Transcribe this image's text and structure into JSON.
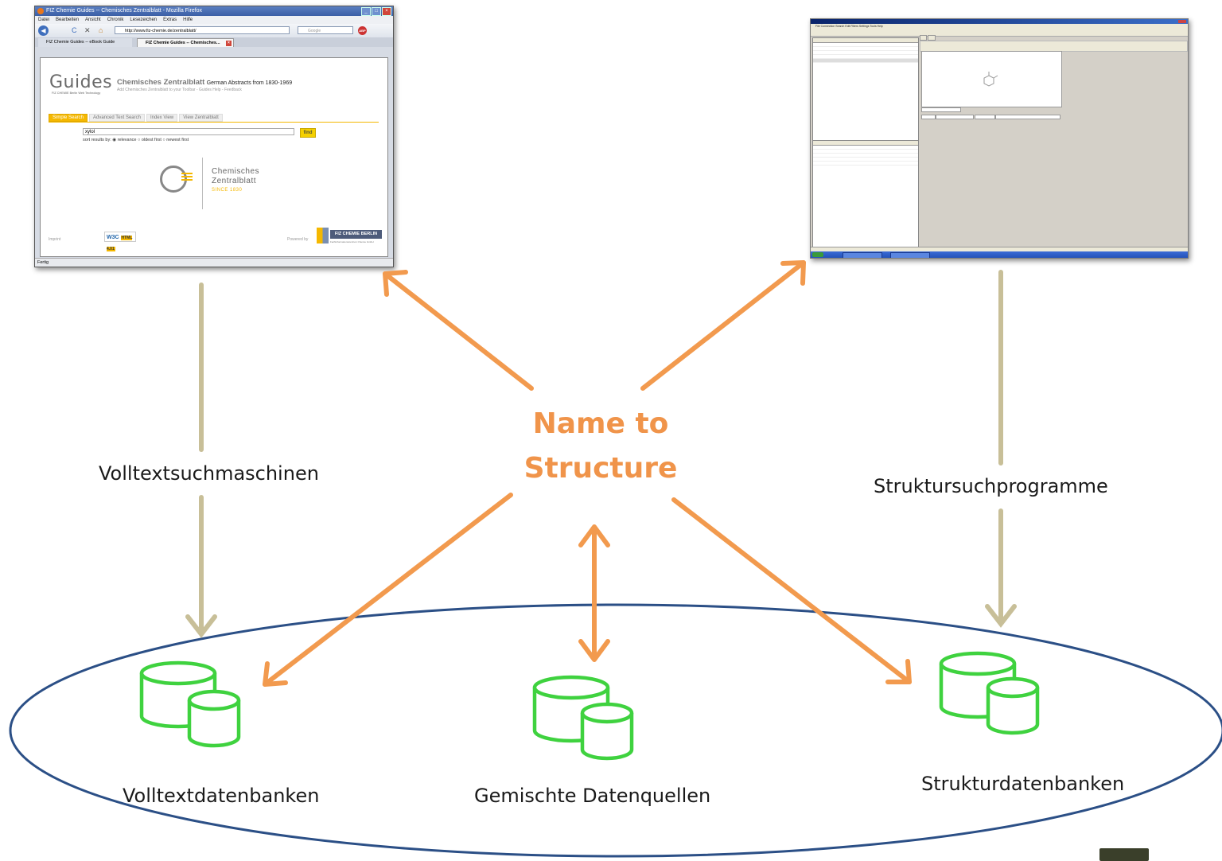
{
  "center_title": [
    "Name to",
    "Structure"
  ],
  "labels": {
    "volltextsuchmaschinen": "Volltextsuchmaschinen",
    "struktursuchprogramme": "Struktursuchprogramme",
    "volltextdatenbanken": "Volltextdatenbanken",
    "gemischte_datenquellen": "Gemischte Datenquellen",
    "strukturdatenbanken": "Strukturdatenbanken"
  },
  "colors": {
    "orange_arrow": "#f29a4e",
    "tan_arrow": "#c8bf98",
    "db_green": "#3fd23f",
    "ellipse_blue": "#2b4f86",
    "title_orange": "#f0944a"
  },
  "firefox_window": {
    "title": "FIZ Chemie Guides -- Chemisches Zentralblatt - Mozilla Firefox",
    "menu": [
      "Datei",
      "Bearbeiten",
      "Ansicht",
      "Chronik",
      "Lesezeichen",
      "Extras",
      "Hilfe"
    ],
    "url": "http://www.fiz-chemie.de/zentralblatt/",
    "search_placeholder": "Google",
    "tabs": [
      "FIZ Chemie Guides -- eBook Guide",
      "FIZ Chemie Guides -- Chemisches..."
    ],
    "status": "Fertig",
    "page": {
      "logo": "Guides",
      "logo_sub": "FIZ CHEMIE Berlin Web Technology",
      "title_bold": "Chemisches Zentralblatt",
      "title_rest": "German Abstracts from 1830-1969",
      "links": "Add Chemisches Zentralblatt to your Toolbar - Guides Help - Feedback",
      "tabs": [
        "Simple Search",
        "Advanced Text Search",
        "Index View",
        "View Zentralblatt"
      ],
      "query": "xylol",
      "find": "find",
      "sort": "sort results by: ◉ relevance ○ oldest first ○ newest first",
      "brand_line1": "Chemisches",
      "brand_line2": "Zentralblatt",
      "brand_since": "SINCE 1830",
      "imprint": "Imprint",
      "w3c": "W3C",
      "html_badge": "HTML 4.01",
      "powered": "Powered by",
      "fiz": "FIZ CHEMIE BERLIN",
      "fiz_sub": "Fachinformationszentrum Chemie GmbH"
    }
  },
  "structure_window": {
    "title": "Structure search application",
    "menu": "File  Connection  Search  Edit  Filters  Settings  Tools  Help"
  }
}
